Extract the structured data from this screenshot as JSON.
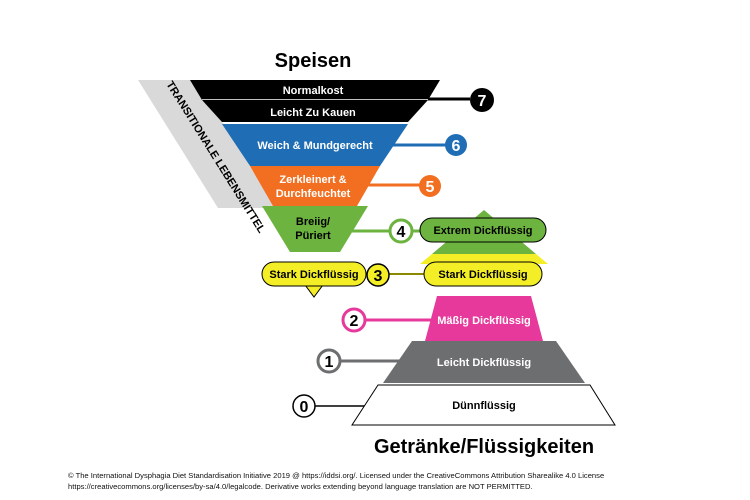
{
  "foods_title": "Speisen",
  "drinks_title": "Getränke/Flüssigkeiten",
  "transitional_label": "TRANSITIONALE LEBENSMITTEL",
  "levels": {
    "l7": {
      "number": "7",
      "food_top": "Normalkost",
      "food_bottom": "Leicht Zu Kauen",
      "color": "#000000"
    },
    "l6": {
      "number": "6",
      "food": "Weich & Mundgerecht",
      "color": "#1F6DB5"
    },
    "l5": {
      "number": "5",
      "food_line1": "Zerkleinert &",
      "food_line2": "Durchfeuchtet",
      "color": "#F26F21"
    },
    "l4": {
      "number": "4",
      "food_line1": "Breiig/",
      "food_line2": "Püriert",
      "drink": "Extrem Dickflüssig",
      "color": "#6CB33F"
    },
    "l3": {
      "number": "3",
      "food": "Stark Dickflüssig",
      "drink": "Stark Dickflüssig",
      "color": "#F4EE27"
    },
    "l2": {
      "number": "2",
      "drink": "Mäßig Dickflüssig",
      "color": "#E6399B"
    },
    "l1": {
      "number": "1",
      "drink": "Leicht Dickflüssig",
      "color": "#6D6E70"
    },
    "l0": {
      "number": "0",
      "drink": "Dünnflüssig",
      "color": "#FFFFFF"
    }
  },
  "credit_line1": "© The International Dysphagia Diet Standardisation Initiative 2019 @ https://iddsi.org/. Licensed under the CreativeCommons Attribution Sharealike 4.0 License",
  "credit_line2": "https://creativecommons.org/licenses/by-sa/4.0/legalcode. Derivative works extending beyond language translation are NOT PERMITTED."
}
